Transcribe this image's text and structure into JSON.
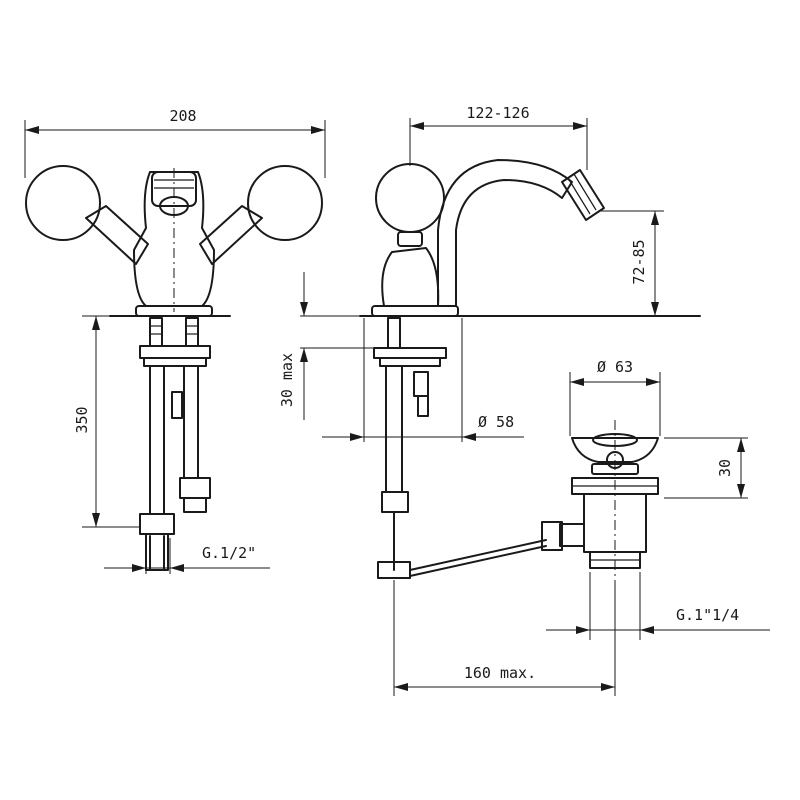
{
  "dimensions": {
    "width_front": "208",
    "depth_side": "122-126",
    "spout_height": "72-85",
    "deck_thickness": "30 max",
    "hose_length": "350",
    "hole_diameter": "Ø 58",
    "waste_head_diameter": "Ø 63",
    "waste_head_height": "30",
    "inlet_thread": "G.1/2\"",
    "waste_thread": "G.1\"1/4",
    "rod_length": "160 max."
  },
  "views": [
    "front-view",
    "side-view",
    "pop-up-waste"
  ],
  "icons": [
    "diamond-handle-icon",
    "pop-up-waste-icon"
  ]
}
